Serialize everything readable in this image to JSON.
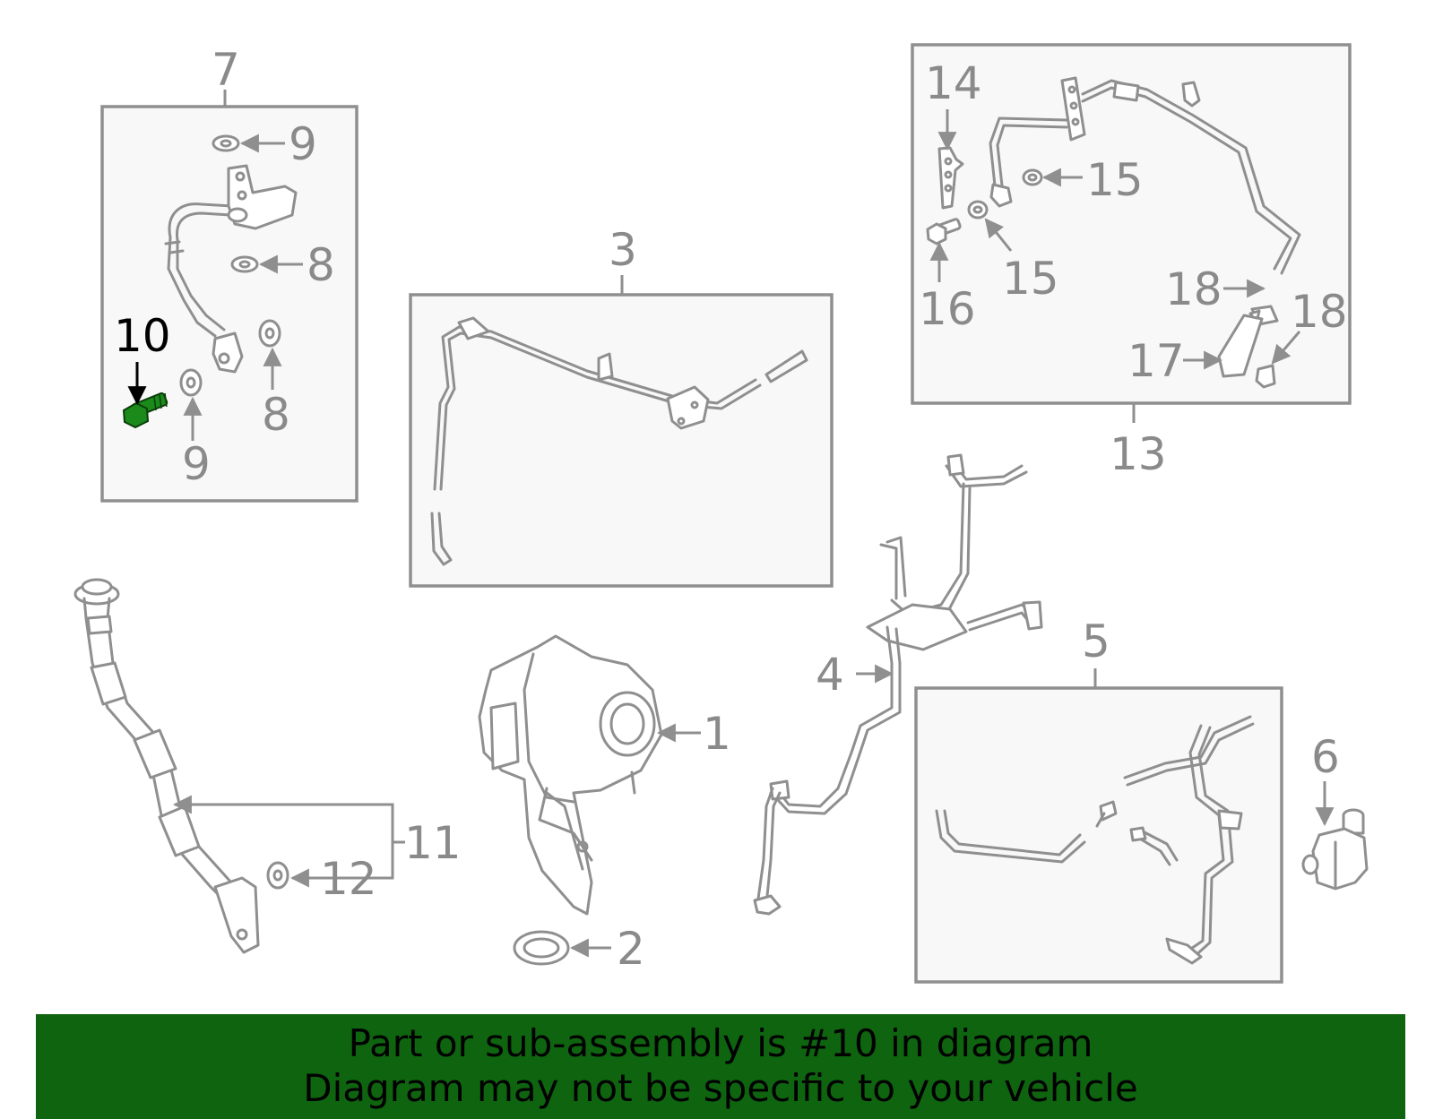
{
  "callouts": {
    "c1": "1",
    "c2": "2",
    "c3": "3",
    "c4": "4",
    "c5": "5",
    "c6": "6",
    "c7": "7",
    "c8a": "8",
    "c8b": "8",
    "c9a": "9",
    "c9b": "9",
    "c10": "10",
    "c11": "11",
    "c12": "12",
    "c13": "13",
    "c14": "14",
    "c15a": "15",
    "c15b": "15",
    "c16": "16",
    "c17": "17",
    "c18a": "18",
    "c18b": "18"
  },
  "highlight": {
    "part_number": "10",
    "color": "#1a8a1a"
  },
  "banner": {
    "line1": "Part or sub-assembly is #10 in diagram",
    "line2": "Diagram may not be specific to your vehicle",
    "background": "#0f6410"
  }
}
